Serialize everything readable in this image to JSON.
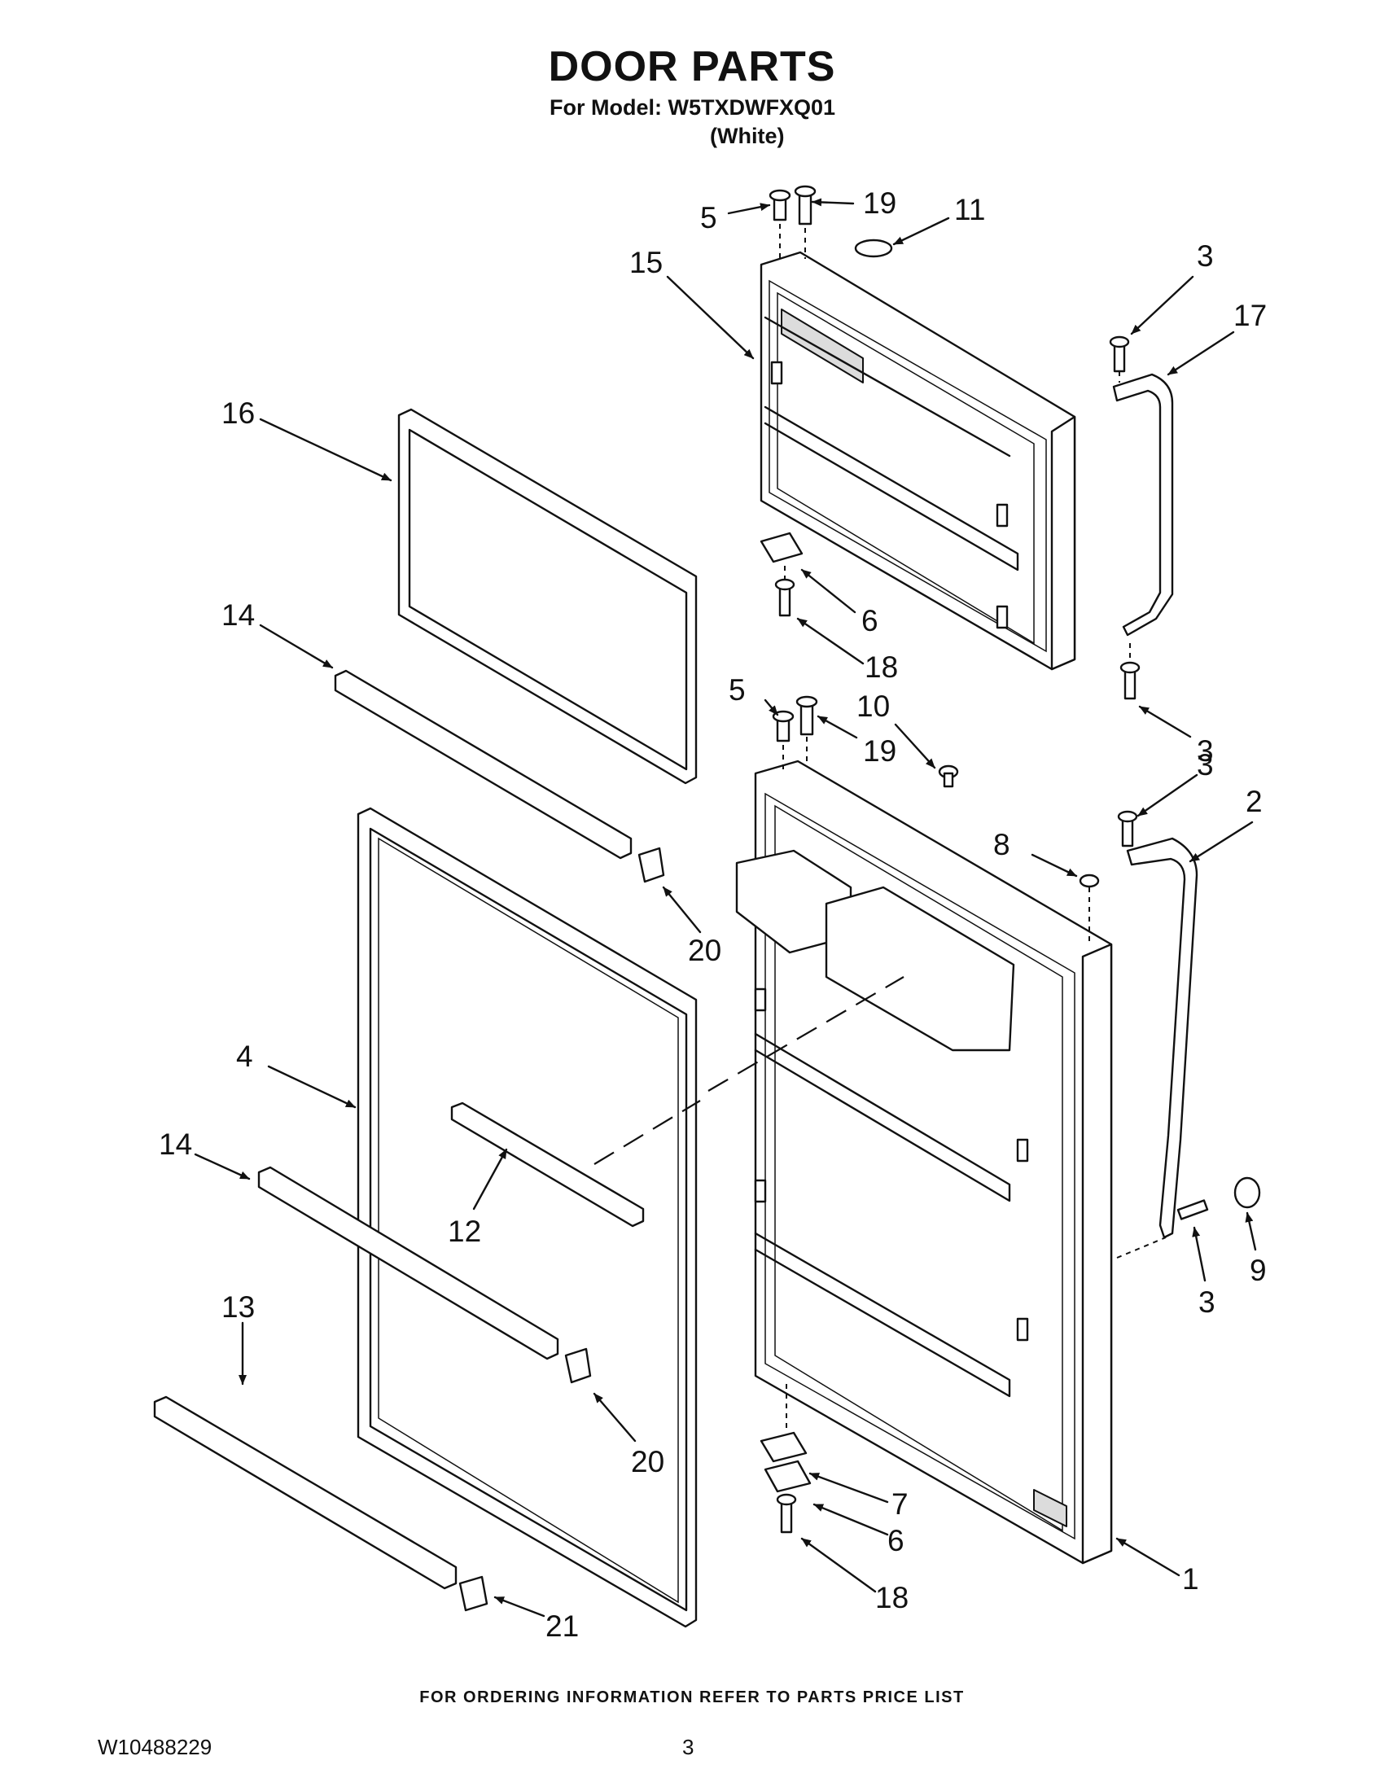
{
  "header": {
    "title": "DOOR PARTS",
    "model_line": "For Model: W5TXDWFXQ01",
    "color_line": "(White)"
  },
  "callouts": [
    {
      "id": "c5a",
      "label": "5"
    },
    {
      "id": "c19a",
      "label": "19"
    },
    {
      "id": "c11",
      "label": "11"
    },
    {
      "id": "c15",
      "label": "15"
    },
    {
      "id": "c3a",
      "label": "3"
    },
    {
      "id": "c17",
      "label": "17"
    },
    {
      "id": "c16",
      "label": "16"
    },
    {
      "id": "c14a",
      "label": "14"
    },
    {
      "id": "c6a",
      "label": "6"
    },
    {
      "id": "c18a",
      "label": "18"
    },
    {
      "id": "c5b",
      "label": "5"
    },
    {
      "id": "c10",
      "label": "10"
    },
    {
      "id": "c19b",
      "label": "19"
    },
    {
      "id": "c3b",
      "label": "3"
    },
    {
      "id": "c3c",
      "label": "3"
    },
    {
      "id": "c2",
      "label": "2"
    },
    {
      "id": "c8",
      "label": "8"
    },
    {
      "id": "c20a",
      "label": "20"
    },
    {
      "id": "c4",
      "label": "4"
    },
    {
      "id": "c14b",
      "label": "14"
    },
    {
      "id": "c12",
      "label": "12"
    },
    {
      "id": "c3d",
      "label": "3"
    },
    {
      "id": "c9",
      "label": "9"
    },
    {
      "id": "c13",
      "label": "13"
    },
    {
      "id": "c20b",
      "label": "20"
    },
    {
      "id": "c7",
      "label": "7"
    },
    {
      "id": "c6b",
      "label": "6"
    },
    {
      "id": "c1",
      "label": "1"
    },
    {
      "id": "c18b",
      "label": "18"
    },
    {
      "id": "c21",
      "label": "21"
    }
  ],
  "footer": {
    "ordering_note": "FOR ORDERING INFORMATION REFER TO PARTS PRICE LIST",
    "document_number": "W10488229",
    "page_number": "3"
  }
}
